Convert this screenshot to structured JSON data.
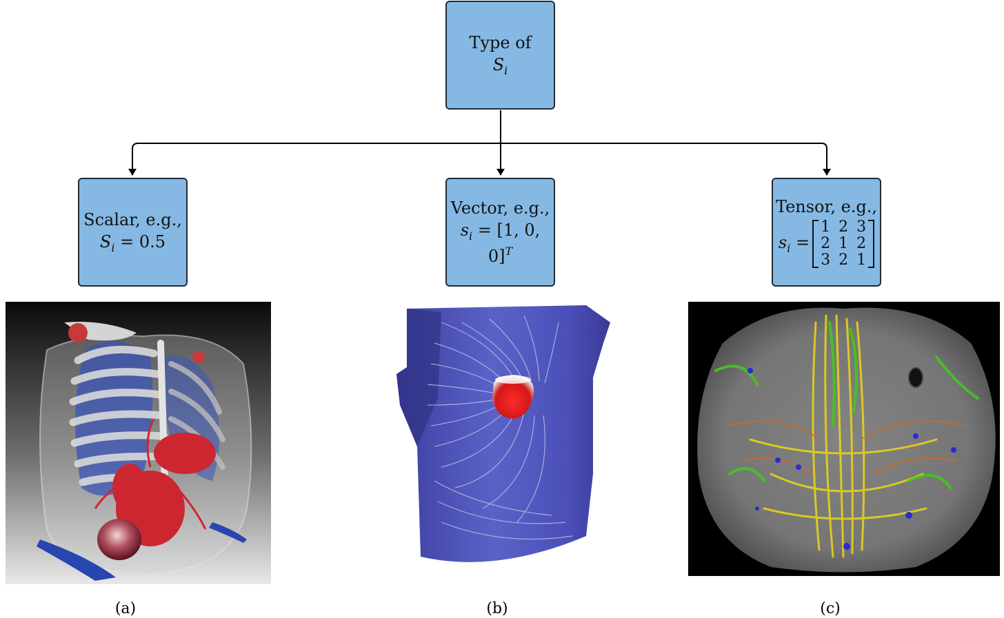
{
  "root": {
    "line1": "Type of",
    "symbol": "S",
    "subscript": "i"
  },
  "scalar": {
    "title": "Scalar, e.g.,",
    "symbol": "S",
    "subscript": "i",
    "equation": " = 0.5"
  },
  "vector": {
    "title": "Vector, e.g.,",
    "symbol": "s",
    "subscript": "i",
    "equation": " = [1, 0, 0]",
    "superscript": "T"
  },
  "tensor": {
    "title": "Tensor, e.g.,",
    "symbol": "s",
    "subscript": "i",
    "equals": " =",
    "matrix": [
      [
        "1",
        "2",
        "3"
      ],
      [
        "2",
        "1",
        "2"
      ],
      [
        "3",
        "2",
        "1"
      ]
    ]
  },
  "captions": [
    "(a)",
    "(b)",
    "(c)"
  ],
  "colors": {
    "box_fill": "#85b9e4",
    "box_border": "#1f2b36",
    "arrow": "#000000"
  }
}
